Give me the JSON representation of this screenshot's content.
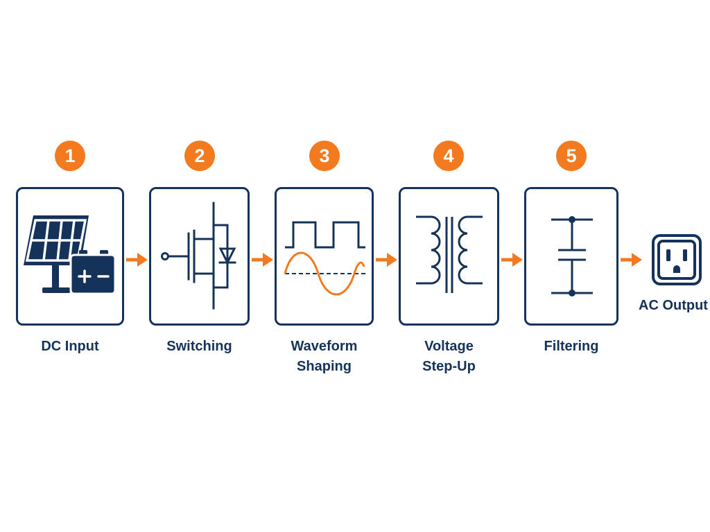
{
  "colors": {
    "accent": "#f47a20",
    "primary": "#14325a"
  },
  "steps": [
    {
      "number": "1",
      "label_line1": "DC Input",
      "label_line2": "",
      "icon": "solar-panel-battery-icon"
    },
    {
      "number": "2",
      "label_line1": "Switching",
      "label_line2": "",
      "icon": "mosfet-switch-icon"
    },
    {
      "number": "3",
      "label_line1": "Waveform",
      "label_line2": "Shaping",
      "icon": "waveform-icon"
    },
    {
      "number": "4",
      "label_line1": "Voltage",
      "label_line2": "Step-Up",
      "icon": "transformer-icon"
    },
    {
      "number": "5",
      "label_line1": "Filtering",
      "label_line2": "",
      "icon": "capacitor-icon"
    }
  ],
  "output": {
    "label": "AC Output",
    "icon": "ac-outlet-icon"
  }
}
